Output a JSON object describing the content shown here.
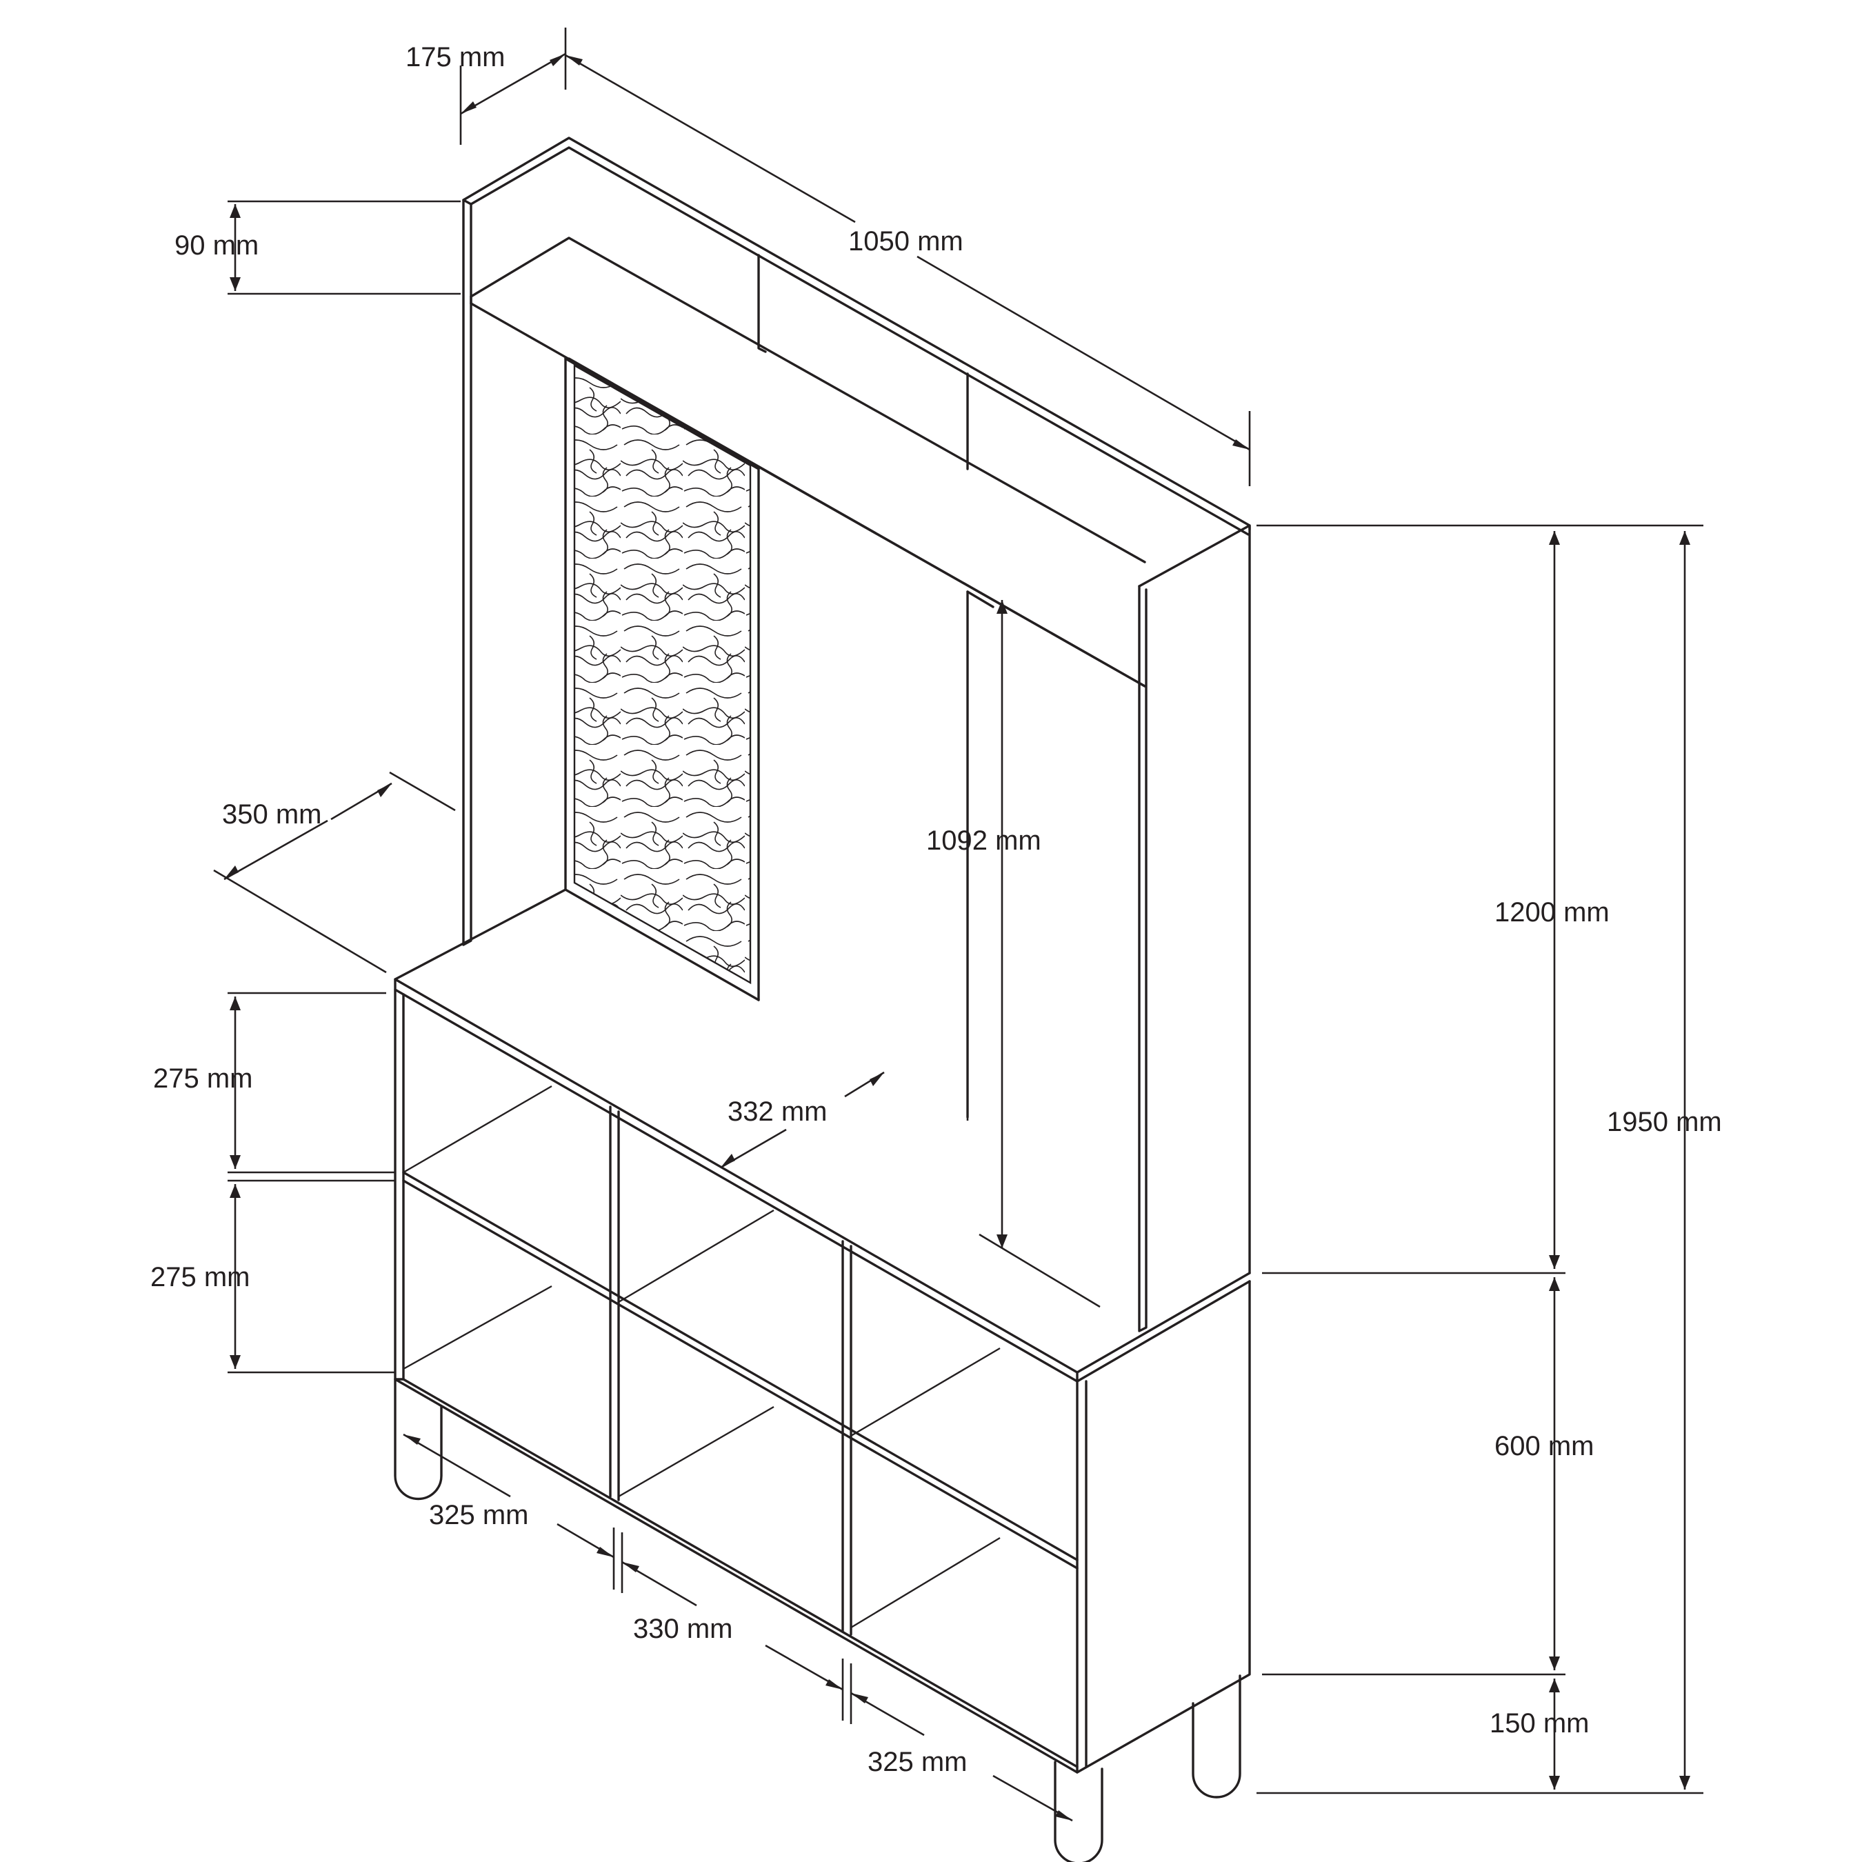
{
  "colors": {
    "line": "#231f20",
    "background": "#ffffff"
  },
  "labels": {
    "top_depth": "175 mm",
    "top_width": "1050 mm",
    "top_shelf_height": "90 mm",
    "upper_depth": "350 mm",
    "inner_height": "1092 mm",
    "upper_height": "1200 mm",
    "total_height": "1950 mm",
    "top_cube_height": "275 mm",
    "bottom_cube_height": "275 mm",
    "bench_depth": "332 mm",
    "base_height": "600 mm",
    "leg_height": "150 mm",
    "cube_width_left": "325 mm",
    "cube_width_middle": "330 mm",
    "cube_width_right": "325 mm"
  }
}
